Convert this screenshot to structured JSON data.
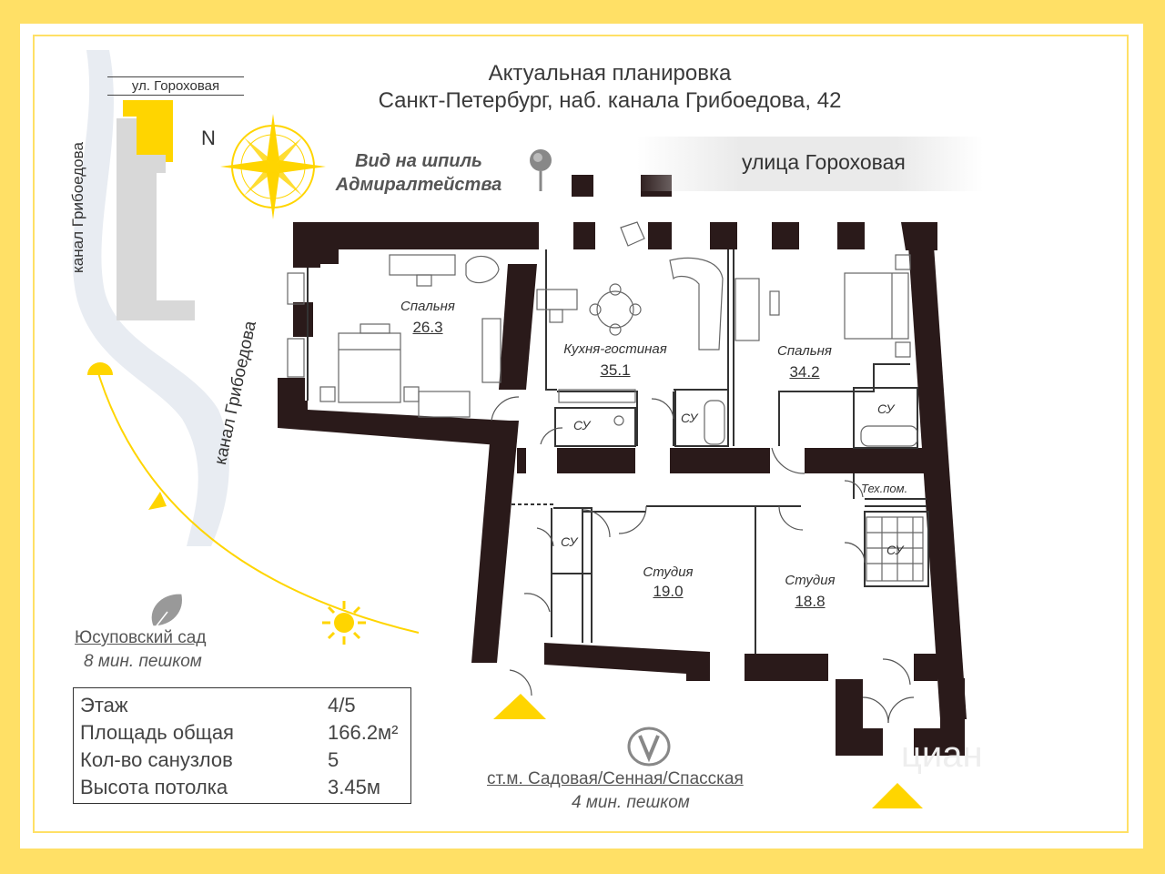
{
  "header": {
    "title_line1": "Актуальная планировка",
    "title_line2": "Санкт-Петербург, наб. канала Грибоедова, 42"
  },
  "map": {
    "street_top": "ул. Гороховая",
    "canal_left": "канал Грибоедова",
    "canal_right": "канал Грибоедова",
    "north": "N"
  },
  "view": {
    "line1": "Вид на шпиль",
    "line2": "Адмиралтейства"
  },
  "street_banner": "улица Гороховая",
  "rooms": [
    {
      "name": "Спальня",
      "area": "26.3"
    },
    {
      "name": "Кухня-гостиная",
      "area": "35.1"
    },
    {
      "name": "Спальня",
      "area": "34.2"
    },
    {
      "name": "Студия",
      "area": "19.0"
    },
    {
      "name": "Студия",
      "area": "18.8"
    }
  ],
  "labels": {
    "su": "СУ",
    "tech": "Тех.пом."
  },
  "park": {
    "name": "Юсуповский сад",
    "distance": "8 мин. пешком"
  },
  "info": [
    {
      "key": "Этаж",
      "value": "4/5"
    },
    {
      "key": "Площадь общая",
      "value": "166.2м²"
    },
    {
      "key": "Кол-во санузлов",
      "value": "5"
    },
    {
      "key": "Высота потолка",
      "value": "3.45м"
    }
  ],
  "metro": {
    "name": "ст.м. Садовая/Сенная/Спасская",
    "distance": "4 мин. пешком"
  },
  "colors": {
    "border": "#FFE066",
    "wall": "#2A1A1A",
    "accent": "#FFD500"
  }
}
